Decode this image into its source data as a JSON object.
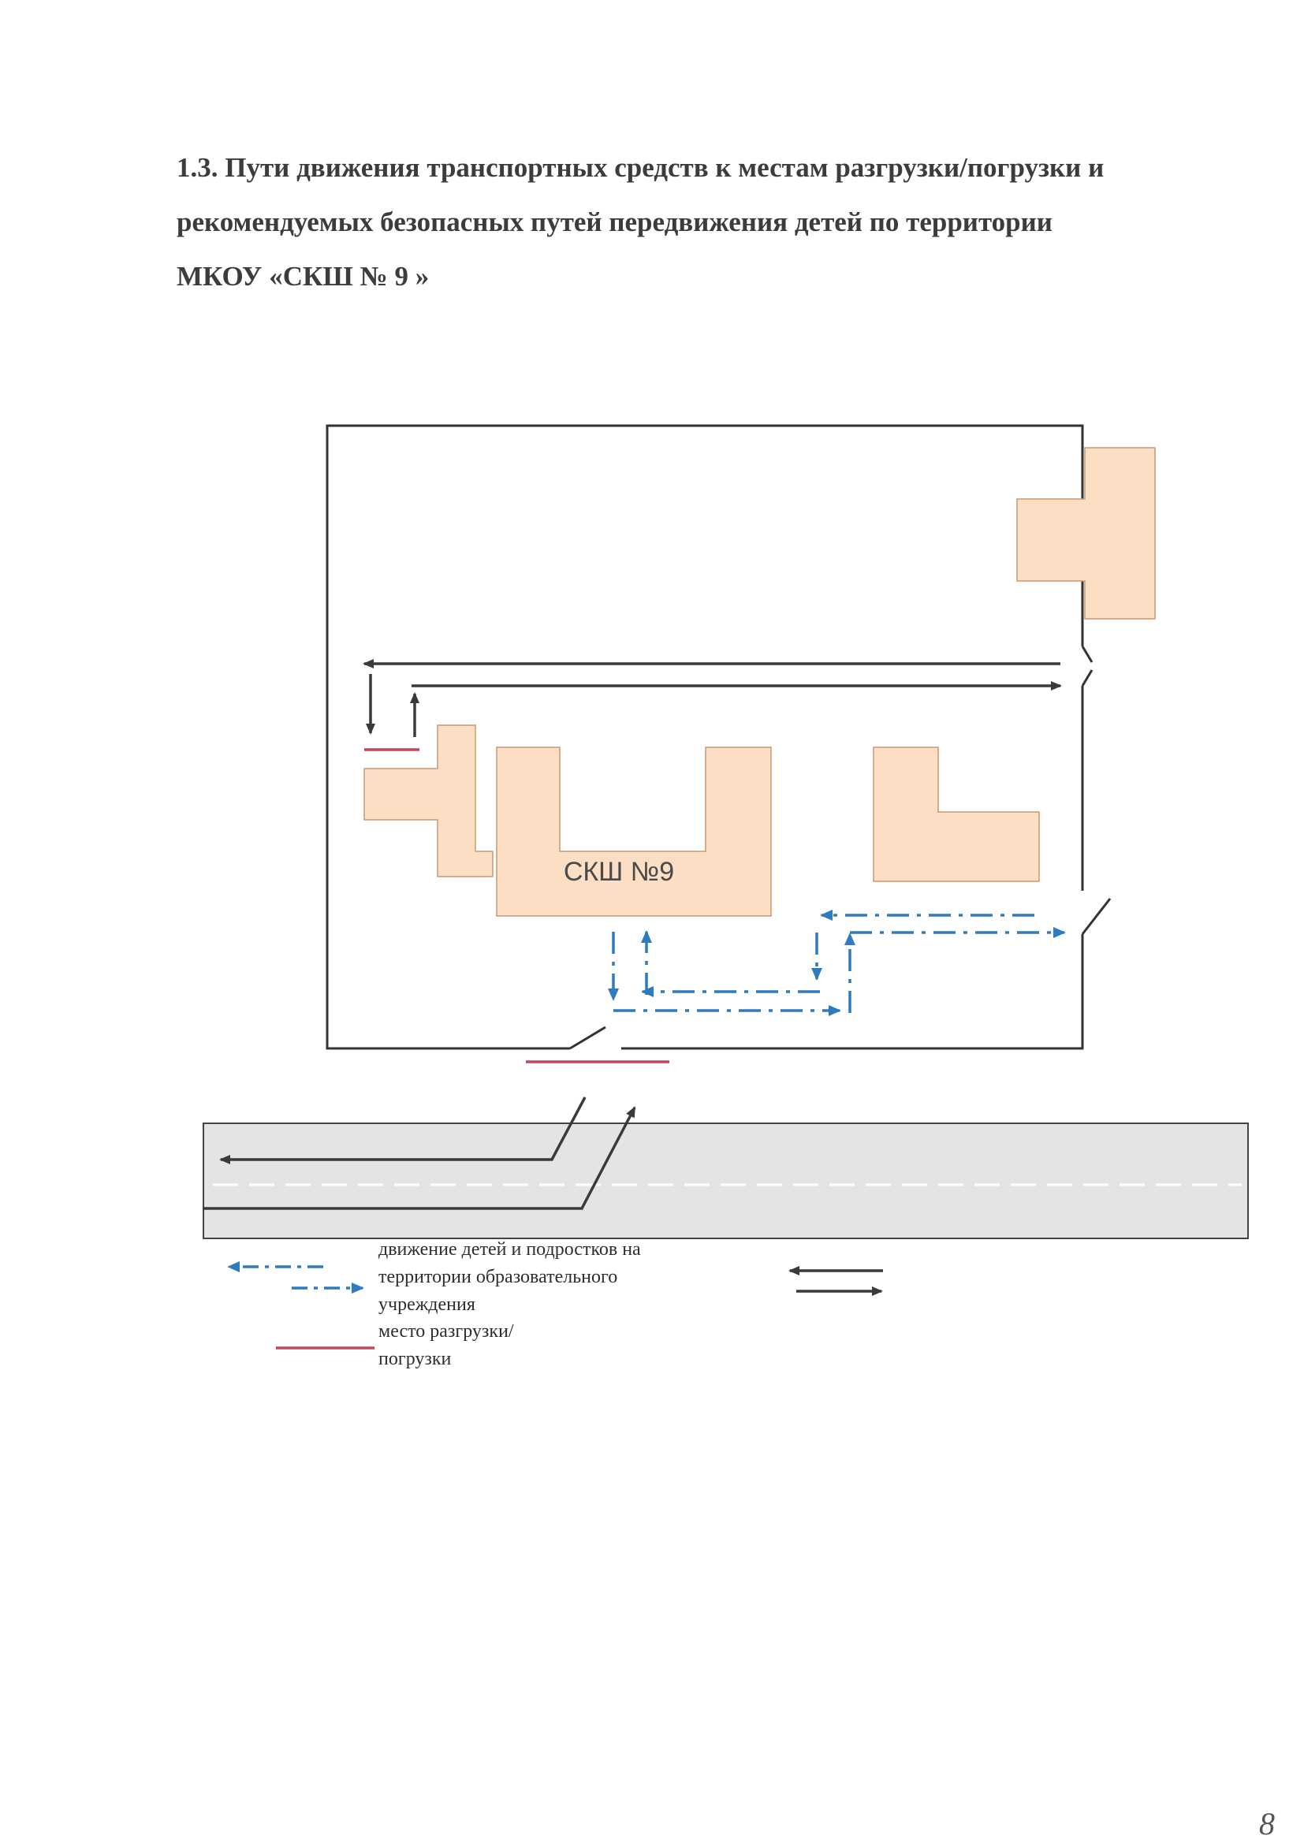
{
  "heading": {
    "line1": "1.3. Пути движения транспортных средств к местам разгрузки/погрузки и",
    "line2": "рекомендуемых безопасных путей передвижения детей по территории",
    "line3": "МКОУ «СКШ № 9 »"
  },
  "map": {
    "school_label": "СКШ №9",
    "colors": {
      "building_fill": "#fbdec3",
      "building_stroke": "#c89a72",
      "road_fill": "#e4e4e4",
      "vehicle_arrow": "#3a3a3a",
      "children_path": "#2f7bbd",
      "loading_zone": "#c0475a"
    }
  },
  "legend": {
    "children_line1": "движение детей и подростков на",
    "children_line2": "территории образовательного",
    "children_line3": "учреждения",
    "loading_line1": "место разгрузки/",
    "loading_line2": "погрузки"
  },
  "page_number": "8"
}
